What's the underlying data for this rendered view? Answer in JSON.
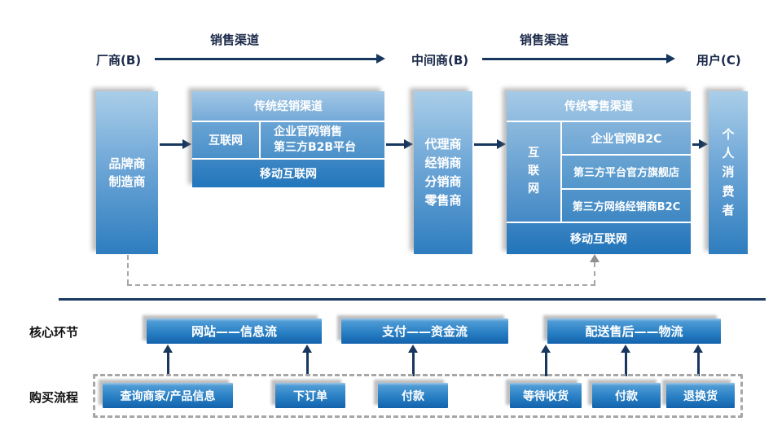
{
  "colors": {
    "navy": "#17375E",
    "box_gradient_top": "#AACEE9",
    "box_gradient_bottom": "#2E7DBF",
    "glossy_top": "#9CC6E8",
    "glossy_bottom": "#1363AC",
    "dashed_gray": "#A6A6A6",
    "text_dark": "#1B2A4A"
  },
  "top_flow": {
    "manufacturer_label": "厂商(B)",
    "channel_label_left": "销售渠道",
    "middleman_label": "中间商(B)",
    "channel_label_right": "销售渠道",
    "user_label": "用户(C)"
  },
  "middle_flow": {
    "brand_box": "品牌商\n制造商",
    "distribution_group": {
      "header": "传统经销渠道",
      "internet": "互联网",
      "internet_detail": "企业官网销售\n第三方B2B平台",
      "mobile_internet": "移动互联网"
    },
    "agent_box": "代理商\n经销商\n分销商\n零售商",
    "retail_group": {
      "header": "传统零售渠道",
      "internet_vertical": "互\n联\n网",
      "rows": [
        "企业官网B2C",
        "第三方平台官方旗舰店",
        "第三方网络经销商B2C"
      ],
      "mobile_internet": "移动互联网"
    },
    "consumer_box": "个\n人\n消\n费\n者"
  },
  "bottom_flow": {
    "core_label": "核心环节",
    "core_boxes": [
      "网站——信息流",
      "支付——资金流",
      "配送售后——物流"
    ],
    "process_label": "购买流程",
    "process_steps": [
      "查询商家/产品信息",
      "下订单",
      "付款",
      "等待收货",
      "付款",
      "退换货"
    ]
  }
}
